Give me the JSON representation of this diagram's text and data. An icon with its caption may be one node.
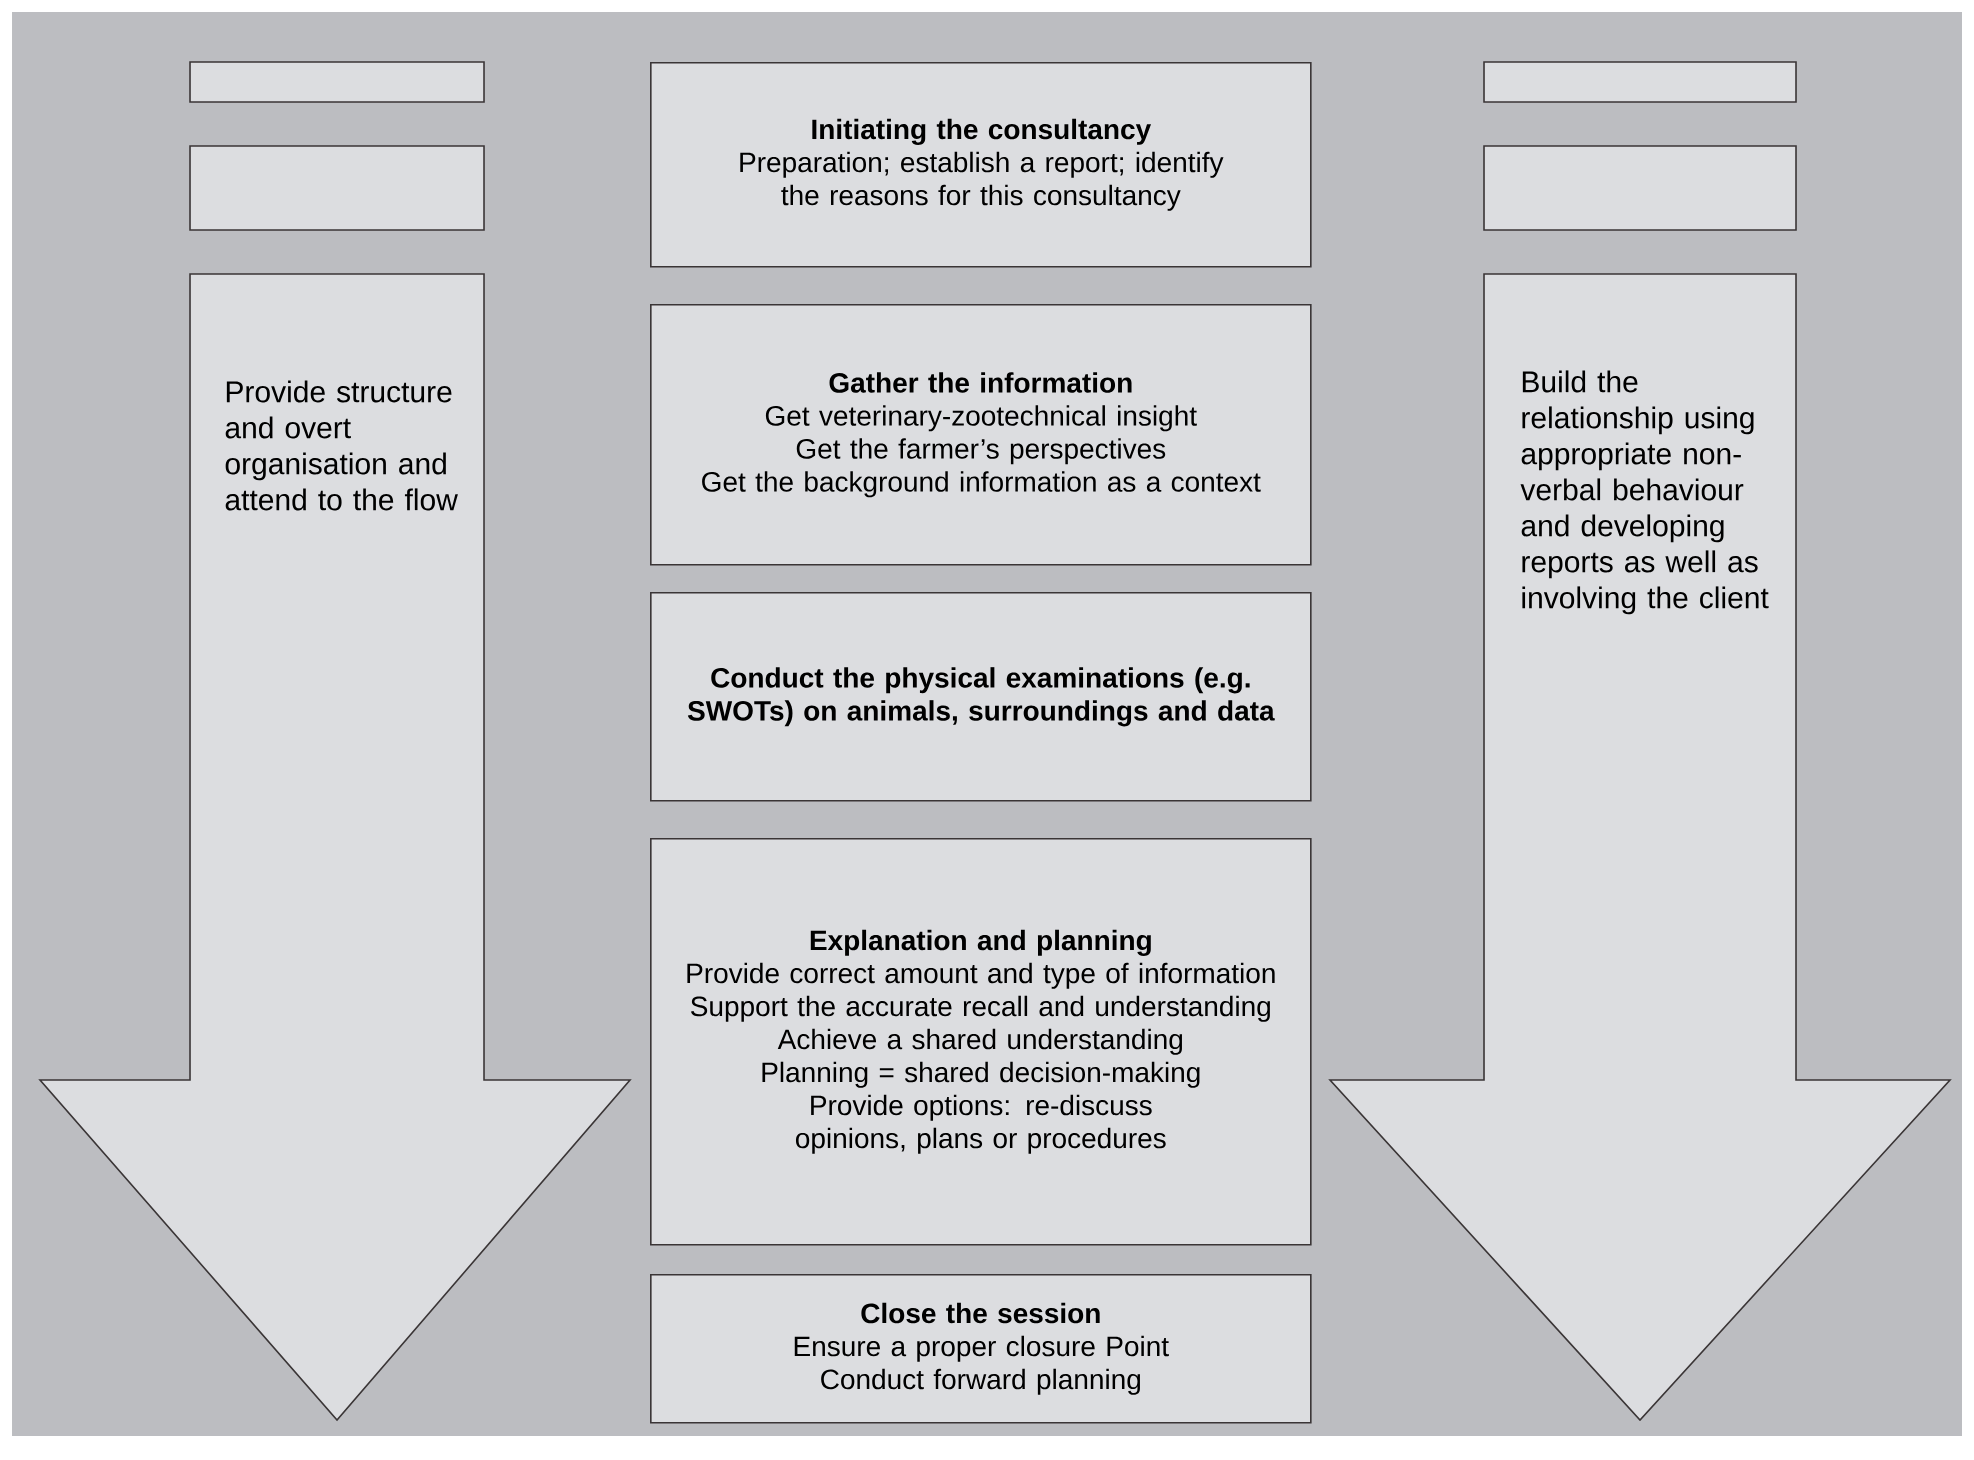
{
  "diagram": {
    "nodes": [
      {
        "text": [],
        "shape": "box"
      },
      {
        "text": [],
        "shape": "box"
      },
      {
        "text": [
          "Provide structure and overt organisation and attend to the flow"
        ]
      },
      {
        "text": [
          "Initiating the consultancy",
          "Preparation; establish a report; identify the reasons for this consultancy"
        ]
      },
      {
        "text": [
          "Gather the information",
          "Get veterinary-zootechnical insight",
          "Get the farmer’s perspectives",
          "Get the background information as a context"
        ]
      },
      {
        "text": [
          "Conduct the physical examinations (e.g. SWOTs) on animals, surroundings and data"
        ]
      },
      {
        "text": [
          "Explanation and planning",
          "Provide correct amount and type of information",
          "Support the accurate recall and understanding",
          "Achieve a shared understanding",
          "Planning = shared decision-making",
          "Provide options: re-discuss opinions, plans or procedures"
        ]
      },
      {
        "text": [
          "Close the session",
          "Ensure a proper closure Point",
          "Conduct forward planning"
        ]
      },
      {
        "text": [],
        "shape": "box"
      },
      {
        "text": [],
        "shape": "box"
      },
      {
        "text": [
          "Build the relationship using appropriate non-verbal behaviour and developing reports as well as involving the client"
        ]
      }
    ]
  }
}
